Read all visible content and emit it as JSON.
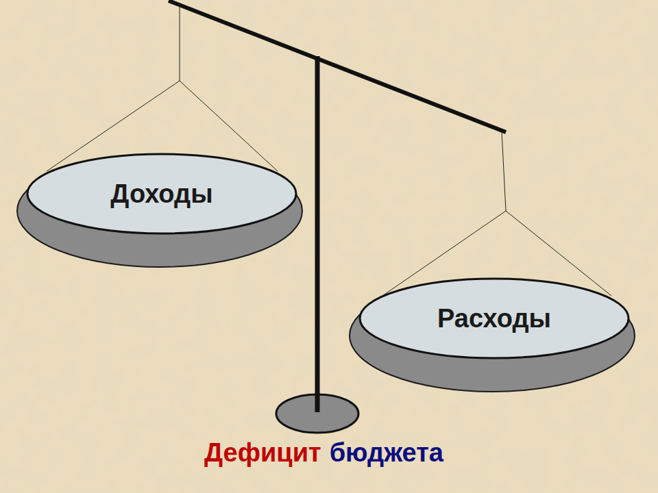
{
  "diagram": {
    "nodes": [
      {
        "text": [
          "Доходы"
        ]
      },
      {
        "text": [
          "Расходы"
        ]
      }
    ],
    "labels": [
      "Дефицит",
      "бюджета"
    ]
  }
}
